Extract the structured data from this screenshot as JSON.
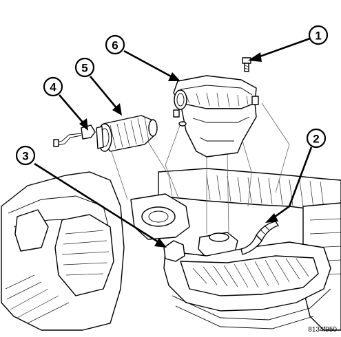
{
  "figure_id": "8134f950",
  "callouts": [
    {
      "number": "1"
    },
    {
      "number": "2"
    },
    {
      "number": "3"
    },
    {
      "number": "4"
    },
    {
      "number": "5"
    },
    {
      "number": "6"
    }
  ]
}
